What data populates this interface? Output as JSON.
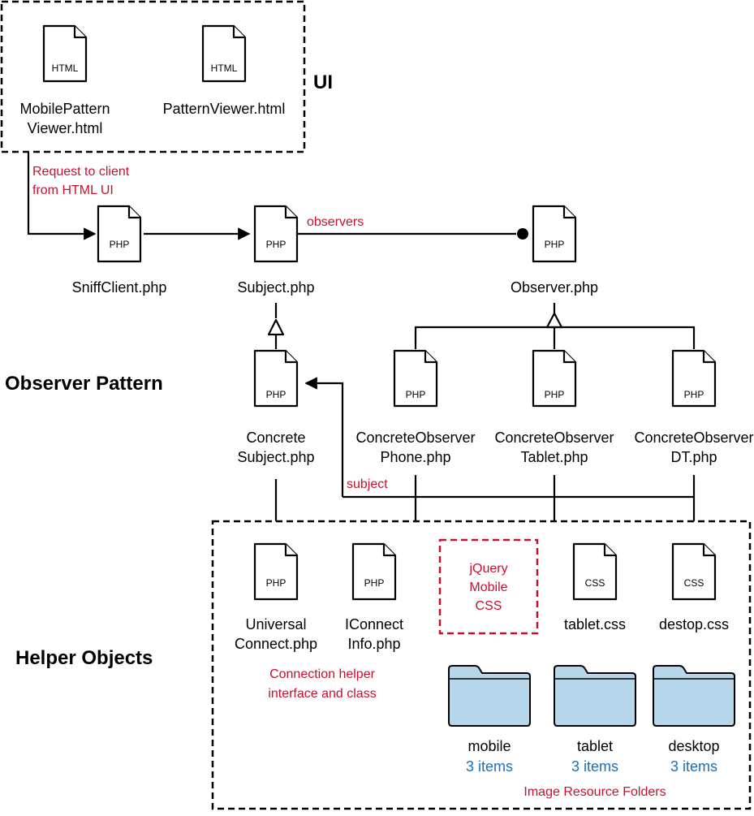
{
  "sections": {
    "ui": "UI",
    "observer_pattern": "Observer Pattern",
    "helper_objects": "Helper Objects"
  },
  "files": {
    "mobile_pattern_viewer": {
      "type": "HTML",
      "label1": "MobilePattern",
      "label2": "Viewer.html"
    },
    "pattern_viewer": {
      "type": "HTML",
      "label1": "PatternViewer.html"
    },
    "sniff_client": {
      "type": "PHP",
      "label1": "SniffClient.php"
    },
    "subject": {
      "type": "PHP",
      "label1": "Subject.php"
    },
    "observer": {
      "type": "PHP",
      "label1": "Observer.php"
    },
    "concrete_subject": {
      "type": "PHP",
      "label1": "Concrete",
      "label2": "Subject.php"
    },
    "concrete_observer_phone": {
      "type": "PHP",
      "label1": "ConcreteObserver",
      "label2": "Phone.php"
    },
    "concrete_observer_tablet": {
      "type": "PHP",
      "label1": "ConcreteObserver",
      "label2": "Tablet.php"
    },
    "concrete_observer_dt": {
      "type": "PHP",
      "label1": "ConcreteObserver",
      "label2": "DT.php"
    },
    "universal_connect": {
      "type": "PHP",
      "label1": "Universal",
      "label2": "Connect.php"
    },
    "iconnect_info": {
      "type": "PHP",
      "label1": "IConnect",
      "label2": "Info.php"
    },
    "tablet_css": {
      "type": "CSS",
      "label1": "tablet.css"
    },
    "desktop_css": {
      "type": "CSS",
      "label1": "destop.css"
    }
  },
  "jquery_box": {
    "line1": "jQuery",
    "line2": "Mobile",
    "line3": "CSS"
  },
  "folders": [
    {
      "name": "mobile",
      "count": "3 items"
    },
    {
      "name": "tablet",
      "count": "3 items"
    },
    {
      "name": "desktop",
      "count": "3 items"
    }
  ],
  "annotations": {
    "request_line1": "Request to client",
    "request_line2": "from HTML UI",
    "observers": "observers",
    "subject": "subject",
    "helper_line1": "Connection helper",
    "helper_line2": "interface and class",
    "image_folders": "Image Resource Folders"
  },
  "colors": {
    "annotation_red": "#c8102e",
    "item_count_blue": "#1f6fb2",
    "folder_fill": "#b6d6ea"
  }
}
